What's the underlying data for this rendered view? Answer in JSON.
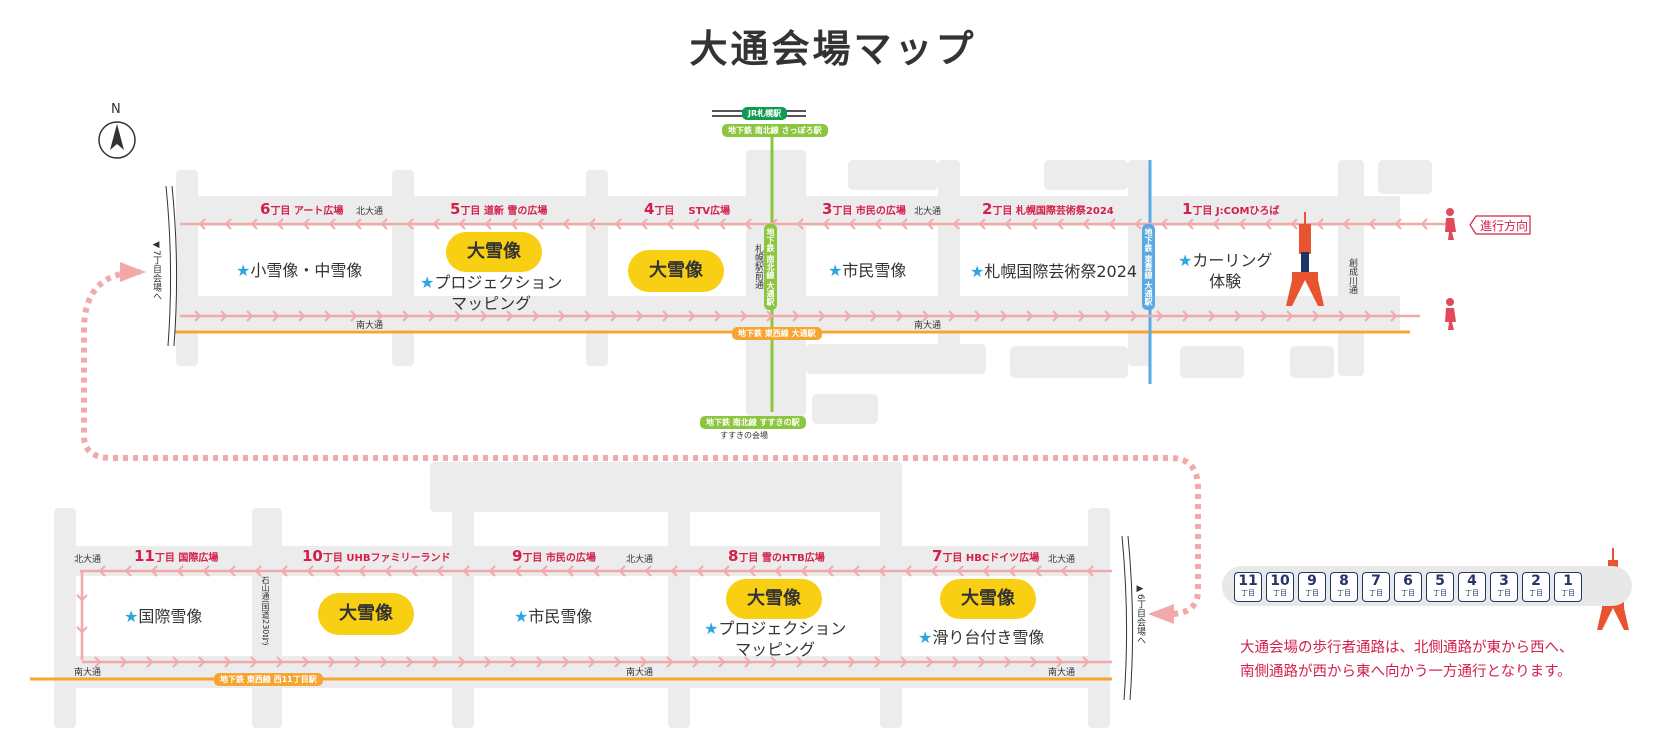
{
  "title": "大通会場マップ",
  "compass": {
    "label": "N"
  },
  "north_stations": {
    "jr": "JR札幌駅",
    "subway_sapporo": "地下鉄 南北線 さっぽろ駅"
  },
  "south_stations": {
    "subway_susukino": "地下鉄 南北線 すすきの駅",
    "susukino_venue": "すすきの会場"
  },
  "upper_blocks": [
    {
      "num": "6",
      "unit": "丁目",
      "name": "アート広場"
    },
    {
      "num": "5",
      "unit": "丁目",
      "name": "道新 雪の広場"
    },
    {
      "num": "4",
      "unit": "丁目",
      "name": "STV広場"
    },
    {
      "num": "3",
      "unit": "丁目",
      "name": "市民の広場"
    },
    {
      "num": "2",
      "unit": "丁目",
      "name": "札幌国際芸術祭2024"
    },
    {
      "num": "1",
      "unit": "丁目",
      "name": "J:COMひろば"
    }
  ],
  "lower_blocks": [
    {
      "num": "11",
      "unit": "丁目",
      "name": "国際広場"
    },
    {
      "num": "10",
      "unit": "丁目",
      "name": "UHBファミリーランド"
    },
    {
      "num": "9",
      "unit": "丁目",
      "name": "市民の広場"
    },
    {
      "num": "8",
      "unit": "丁目",
      "name": "雪のHTB広場"
    },
    {
      "num": "7",
      "unit": "丁目",
      "name": "HBCドイツ広場"
    }
  ],
  "streets": {
    "kita_odori": "北大通",
    "minami_odori": "南大通",
    "sapporo_ekimae": "札幌駅前通",
    "sosei_gawa": "創成川通",
    "ishiyama": "石山通(国道230号)",
    "to_7chome": "◀7丁目会場へ",
    "to_6chome": "▶6丁目会場へ"
  },
  "subway_odori_namboku": "地下鉄 南北線 大通駅",
  "subway_odori_tozai": "地下鉄 東西線 大通駅",
  "subway_odori_toho": "地下鉄 東豊線 大通駅",
  "subway_nishi11": "地下鉄 東西線 西11丁目駅",
  "direction_label": "進行方向",
  "upper_attractions": {
    "a6": "小雪像・中雪像",
    "big5": "大雪像",
    "a5_line1": "プロジェクション",
    "a5_line2": "マッピング",
    "big4": "大雪像",
    "a3": "市民雪像",
    "a2": "札幌国際芸術祭2024",
    "a1_line1": "カーリング",
    "a1_line2": "体験"
  },
  "lower_attractions": {
    "a11": "国際雪像",
    "big10": "大雪像",
    "a9": "市民雪像",
    "big8": "大雪像",
    "a8_line1": "プロジェクション",
    "a8_line2": "マッピング",
    "big7": "大雪像",
    "a7": "滑り台付き雪像"
  },
  "star": "★",
  "legend_numbers": [
    "11",
    "10",
    "9",
    "8",
    "7",
    "6",
    "5",
    "4",
    "3",
    "2",
    "1"
  ],
  "legend_unit": "丁目",
  "note_line1": "大通会場の歩行者通路は、北側通路が東から西へ、",
  "note_line2": "南側通路が西から東へ向かう一方通行となります。",
  "colors": {
    "route_pink": "#f2a9a9",
    "block_red": "#d3204b",
    "big_snow_yellow": "#f8cf13",
    "namboku_green": "#8cc63f",
    "tozai_orange": "#f7a531",
    "toho_blue": "#5aa9e0",
    "jr_green": "#0f9b50",
    "badge_navy": "#25356b"
  }
}
